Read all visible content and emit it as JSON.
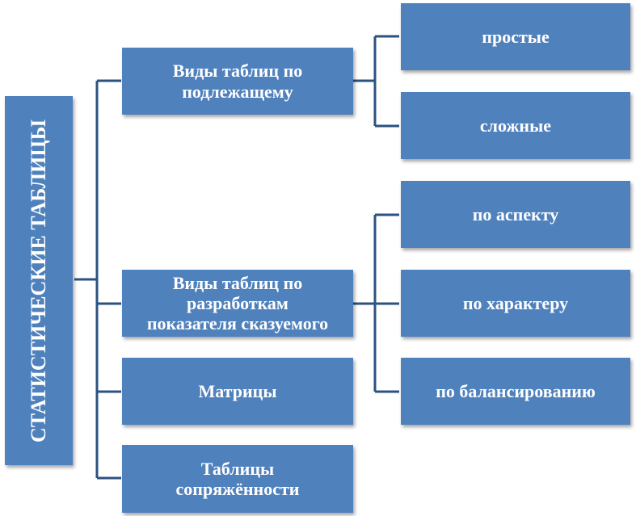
{
  "root": {
    "label": "СТАТИСТИЧЕСКИЕ ТАБЛИЦЫ"
  },
  "level1": [
    {
      "label": "Виды таблиц по\nподлежащему"
    },
    {
      "label": "Виды таблиц по\nразработкам\nпоказателя сказуемого"
    },
    {
      "label": "Матрицы"
    },
    {
      "label": "Таблицы\nсопряжённости"
    }
  ],
  "subject_types": [
    {
      "label": "простые"
    },
    {
      "label": "сложные"
    }
  ],
  "predicate_types": [
    {
      "label": "по аспекту"
    },
    {
      "label": "по характеру"
    },
    {
      "label": "по балансированию"
    }
  ],
  "colors": {
    "box_fill": "#4f81bd",
    "connector": "#2c5282",
    "text": "#ffffff"
  }
}
